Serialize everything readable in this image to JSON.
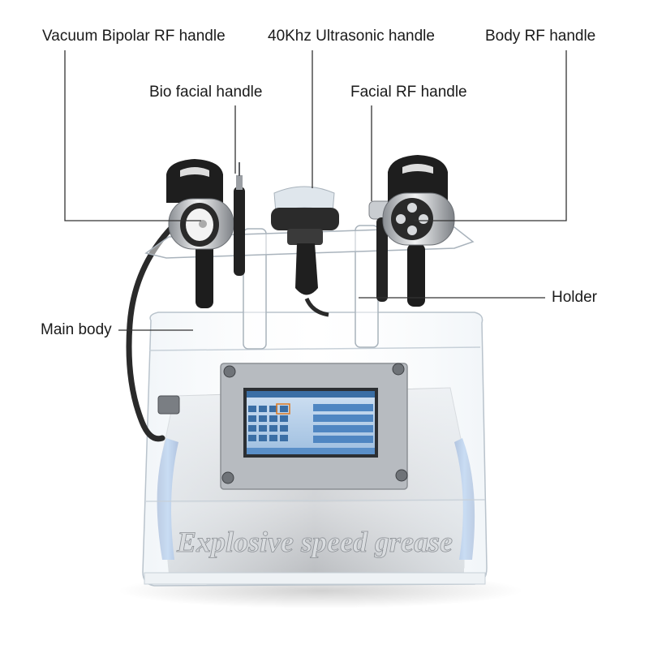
{
  "labels": {
    "vacuum_bipolar_rf": "Vacuum Bipolar RF handle",
    "ultrasonic_40khz": "40Khz Ultrasonic handle",
    "body_rf": "Body RF handle",
    "bio_facial": "Bio facial handle",
    "facial_rf": "Facial RF handle",
    "holder": "Holder",
    "main_body": "Main body"
  },
  "device": {
    "front_text": "Explosive speed grease"
  },
  "colors": {
    "leader_line": "#333333",
    "body_grey": "#c9ccd0",
    "acrylic_blue": "#3d7fd6",
    "screen_blue": "#3a6ea5"
  }
}
